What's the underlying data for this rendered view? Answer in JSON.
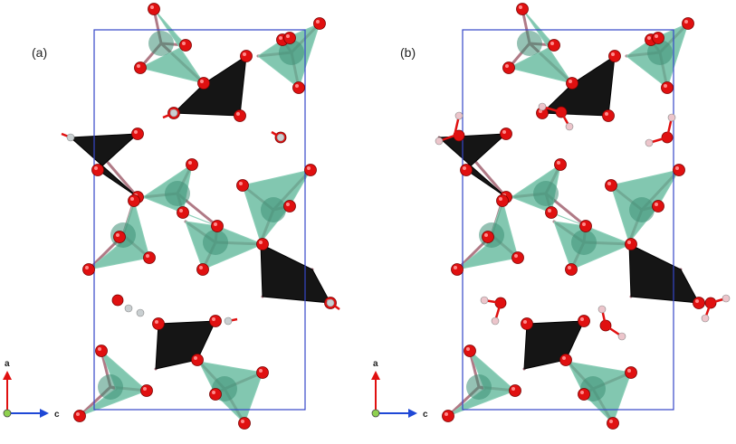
{
  "figure": {
    "panels": [
      {
        "id": "a",
        "label": "(a)",
        "hydrogen_color": "#c9cfd1"
      },
      {
        "id": "b",
        "label": "(b)",
        "hydrogen_color": "#ecc5cb"
      }
    ],
    "axes": {
      "vertical": "a",
      "horizontal": "c"
    },
    "colors": {
      "cell": "#3546c8",
      "oxygen": "#e01010",
      "tetra_green": "#5fb79a",
      "tetra_dark": "#151515",
      "bond": "#b07a86",
      "axis_a": "#e01010",
      "axis_c": "#1f48d6",
      "axis_b": "#8fd14f"
    }
  }
}
